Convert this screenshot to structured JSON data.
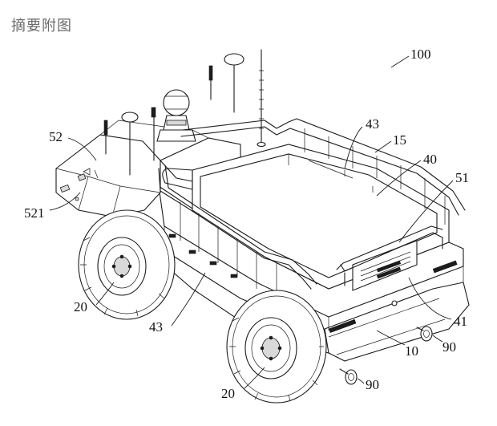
{
  "header": {
    "title": "摘要附图"
  },
  "figure": {
    "refs": {
      "r100": "100",
      "r52": "52",
      "r43a": "43",
      "r15": "15",
      "r40": "40",
      "r51": "51",
      "r521": "521",
      "r20a": "20",
      "r43b": "43",
      "r41": "41",
      "r10": "10",
      "r90a": "90",
      "r90b": "90",
      "r20b": "20"
    }
  }
}
